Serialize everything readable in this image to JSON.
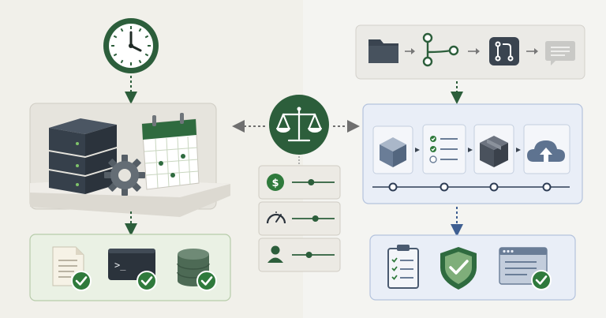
{
  "colors": {
    "left_accent": "#2c5e3b",
    "left_panel_fill": "#eaf1e4",
    "left_panel_border": "#b7ccaa",
    "right_accent": "#3f5f92",
    "right_panel_fill": "#e9eef7",
    "right_panel_border": "#b4c3dd",
    "check_green": "#2f7a3c",
    "server_dark": "#3a4450",
    "neutral_card": "#eceae4"
  },
  "left": {
    "trigger_icon": "clock-icon",
    "scheduler": {
      "server": "server-rack-icon",
      "gear": "gear-icon",
      "calendar": "calendar-icon"
    },
    "outputs": [
      {
        "icon": "document-icon",
        "status": "check-icon"
      },
      {
        "icon": "terminal-icon",
        "prompt": ">_",
        "status": "check-icon"
      },
      {
        "icon": "database-icon",
        "status": "check-icon"
      }
    ]
  },
  "center": {
    "hub_icon": "balance-scale-icon",
    "criteria": [
      {
        "icon": "dollar-icon",
        "glyph": "$",
        "level": 0.45
      },
      {
        "icon": "speedometer-icon",
        "level": 0.55
      },
      {
        "icon": "user-icon",
        "level": 0.4
      }
    ]
  },
  "right": {
    "source_flow": [
      "folder-icon",
      "git-branch-icon",
      "pull-request-icon",
      "comment-icon"
    ],
    "pipeline_stages": [
      "package-icon",
      "checklist-icon",
      "box-icon",
      "cloud-upload-icon"
    ],
    "outputs": [
      "clipboard-checklist-icon",
      "shield-check-icon",
      "browser-window-check-icon"
    ]
  }
}
